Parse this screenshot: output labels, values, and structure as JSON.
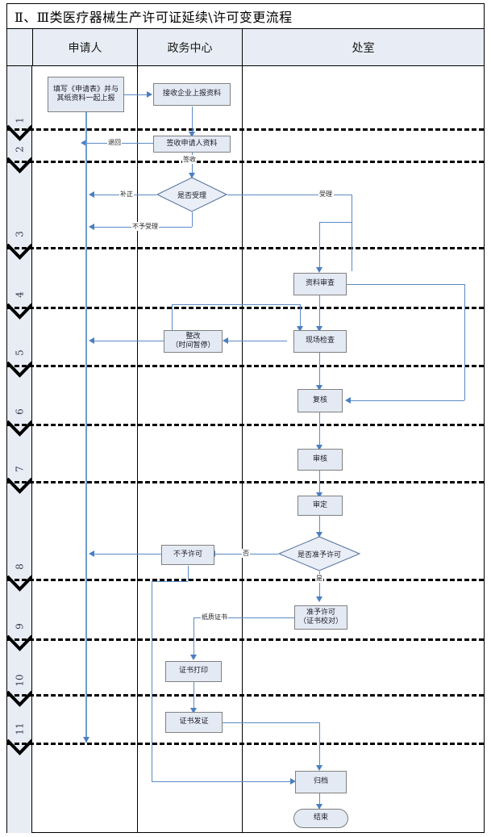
{
  "document": {
    "title": "Ⅱ、Ⅲ类医疗器械生产许可证延续\\许可变更流程"
  },
  "header": {
    "columns": [
      {
        "key": "num",
        "label": ""
      },
      {
        "key": "applicant",
        "label": "申请人"
      },
      {
        "key": "center",
        "label": "政务中心"
      },
      {
        "key": "office",
        "label": "处室"
      }
    ]
  },
  "rows": [
    {
      "number": "1"
    },
    {
      "number": "2"
    },
    {
      "number": "3"
    },
    {
      "number": "4"
    },
    {
      "number": "5"
    },
    {
      "number": "6"
    },
    {
      "number": "7"
    },
    {
      "number": "8"
    },
    {
      "number": "9"
    },
    {
      "number": "10"
    },
    {
      "number": "11"
    }
  ],
  "nodes": {
    "submit_application": "填写《申请表》并与其纸资料一起上报",
    "receive_materials": "接收企业上报资料",
    "sign_receipt": "签收申请人资料",
    "decision_accept": "是否受理",
    "material_review": "资料审查",
    "rectify": "整改\n（时间暂停）",
    "onsite_inspection": "现场检查",
    "recheck": "复核",
    "examine": "审核",
    "approve_decide": "审定",
    "decision_permit": "是否准予许可",
    "not_permitted": "不予许可",
    "permitted": "准予许可\n（证书校对）",
    "cert_print": "证书打印",
    "cert_issue": "证书发证",
    "archive": "归档",
    "end": "结束"
  },
  "edge_labels": {
    "return": "退回",
    "signed": "签收",
    "supplement": "补正",
    "accept": "受理",
    "not_accept": "不予受理",
    "no": "否",
    "yes": "是",
    "paper_certificate": "纸质证书"
  },
  "colors": {
    "node_fill": "#e4eaf4",
    "node_border": "#808080",
    "band_fill": "#e8ecf4",
    "connector": "#5b8ac4",
    "arrow": "#4a7fc1",
    "frame": "#000000"
  }
}
